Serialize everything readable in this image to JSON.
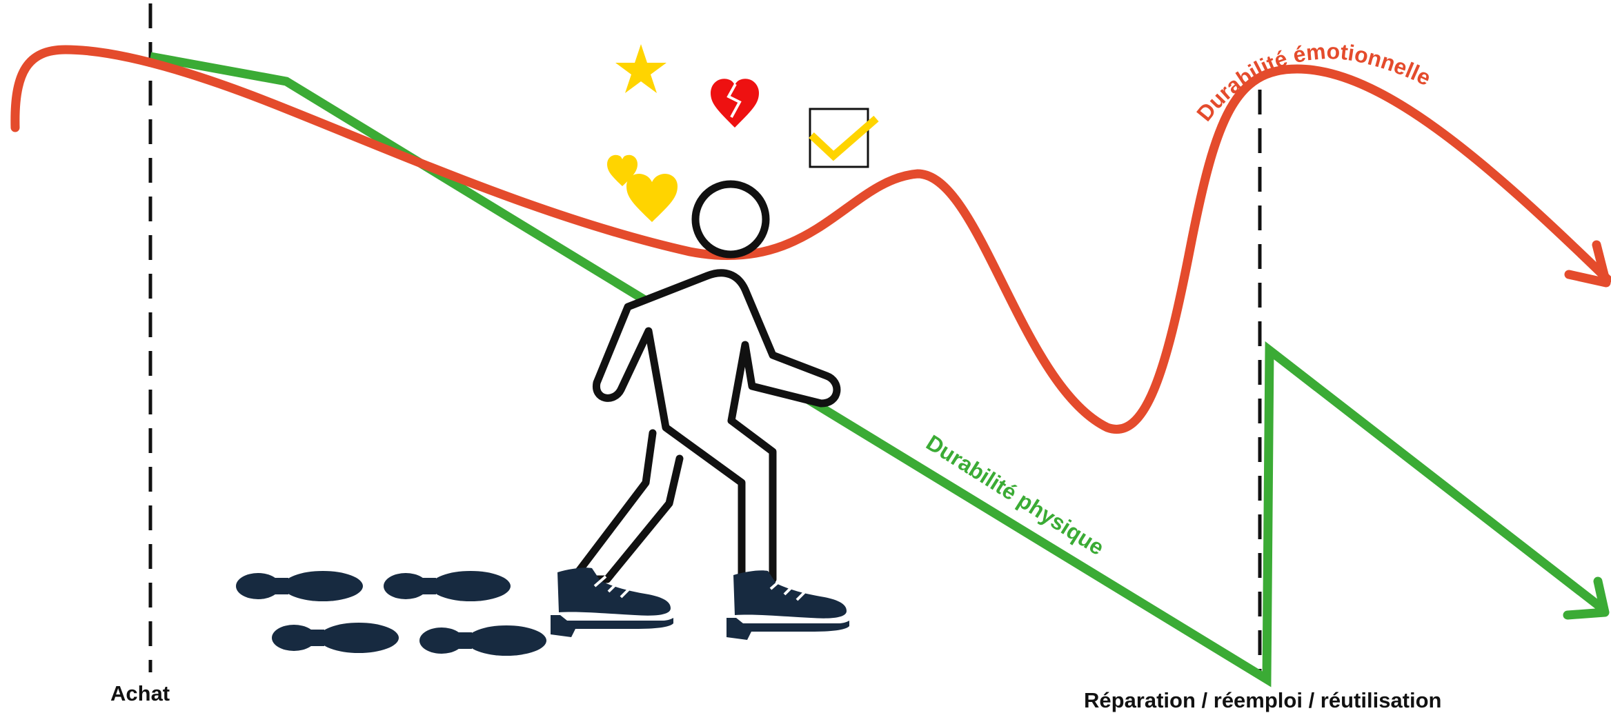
{
  "markers": {
    "purchase": "Achat",
    "repair": "Réparation / réemploi / réutilisation"
  },
  "curves": {
    "emotional": {
      "label": "Durabilité émotionnelle",
      "color": "#e44b2c"
    },
    "physical": {
      "label": "Durabilité physique",
      "color": "#3bab35"
    }
  },
  "icons": {
    "star": {
      "color": "#ffd400"
    },
    "broken_heart": {
      "color": "#ee1111"
    },
    "hearts": {
      "color": "#ffd400"
    },
    "checkbox": {
      "checked": true,
      "check_color": "#ffd400"
    },
    "walking_person": {
      "shoe_color": "#172a40"
    },
    "footprints": {
      "count": 4,
      "color": "#172a40"
    }
  }
}
